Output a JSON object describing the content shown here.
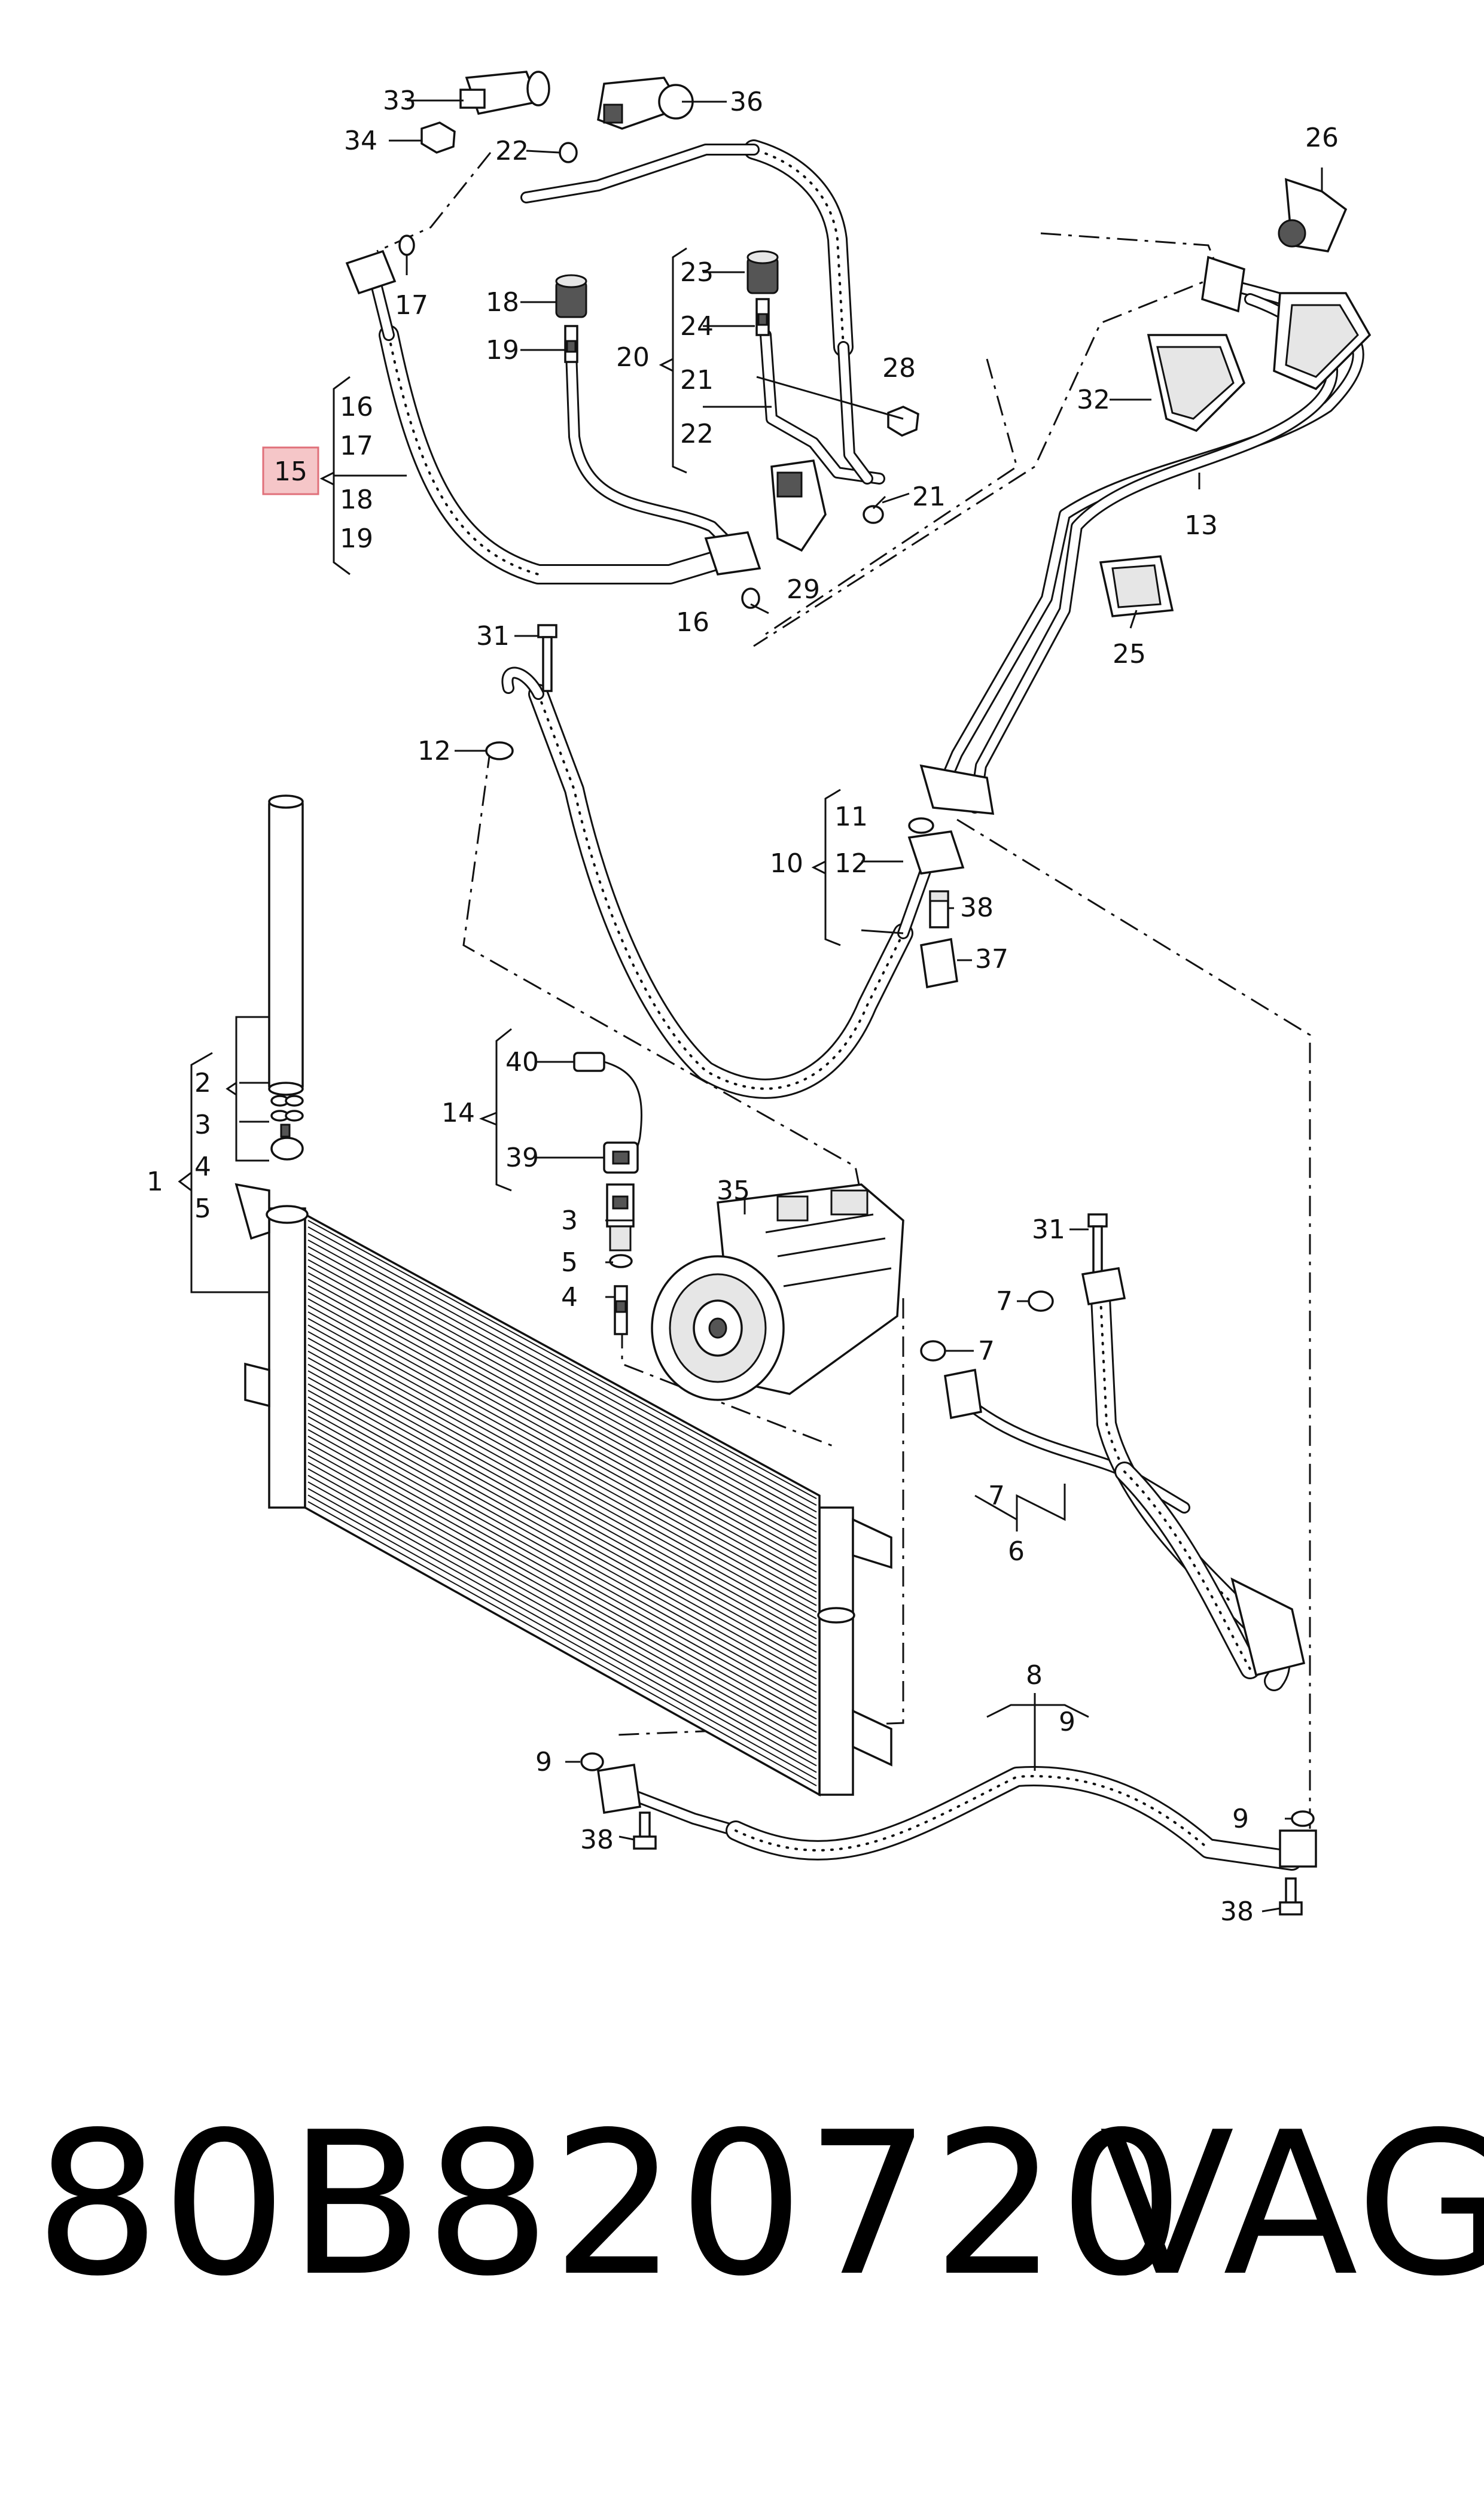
{
  "callouts": {
    "c1": "1",
    "c2": "2",
    "c3": "3",
    "c3b": "3",
    "c4": "4",
    "c4b": "4",
    "c5": "5",
    "c5b": "5",
    "c6": "6",
    "c7a": "7",
    "c7b": "7",
    "c7c": "7",
    "c8": "8",
    "c9a": "9",
    "c9b": "9",
    "c9c": "9",
    "c10": "10",
    "c11": "11",
    "c12a": "12",
    "c12b": "12",
    "c13": "13",
    "c14": "14",
    "c15": "15",
    "c16a": "16",
    "c16b": "16",
    "c17a": "17",
    "c17b": "17",
    "c18a": "18",
    "c18b": "18",
    "c19a": "19",
    "c19b": "19",
    "c20": "20",
    "c21a": "21",
    "c21b": "21",
    "c22a": "22",
    "c22b": "22",
    "c23": "23",
    "c24": "24",
    "c25": "25",
    "c26": "26",
    "c28": "28",
    "c29": "29",
    "c31a": "31",
    "c31b": "31",
    "c32": "32",
    "c33": "33",
    "c34": "34",
    "c35": "35",
    "c36": "36",
    "c37": "37",
    "c38a": "38",
    "c38b": "38",
    "c38c": "38",
    "c39": "39",
    "c40": "40"
  },
  "highlight": {
    "callout": "15",
    "color": "#f5c6c8",
    "border": "#e0707a"
  },
  "footer": {
    "part_number": "80B820720",
    "brand": "VAG"
  }
}
